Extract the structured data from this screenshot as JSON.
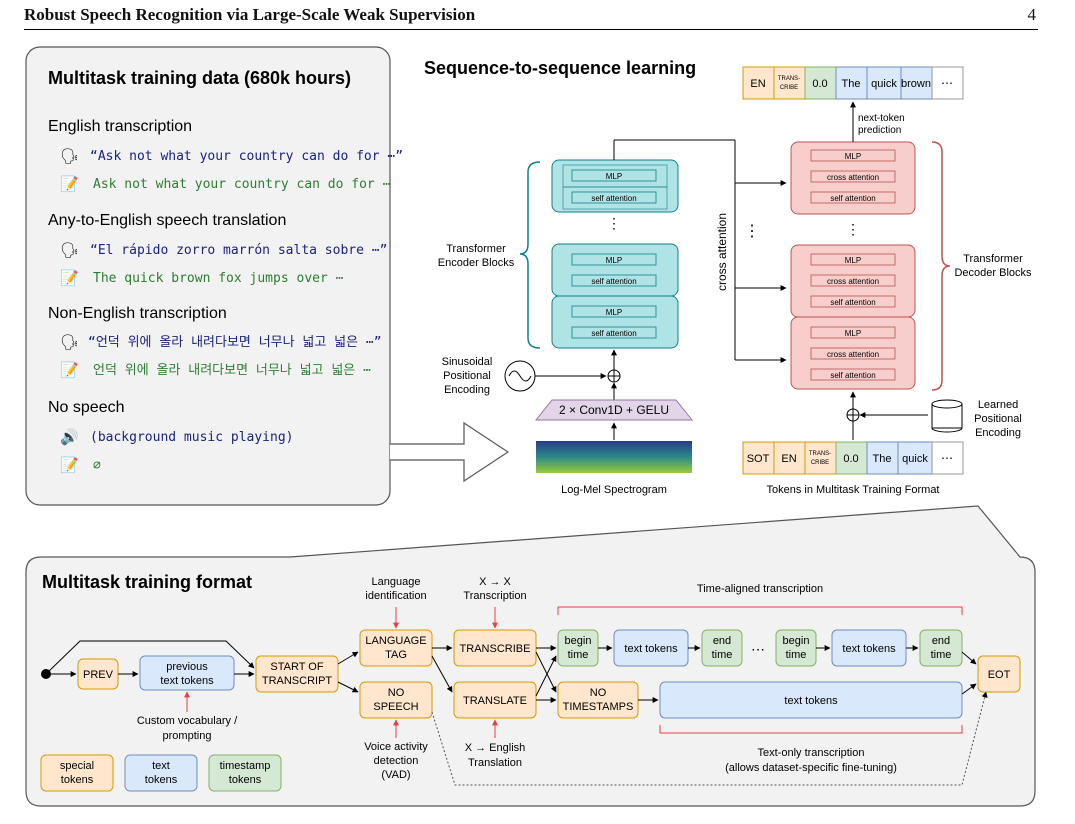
{
  "header": {
    "title": "Robust Speech Recognition via Large-Scale Weak Supervision",
    "page": "4"
  },
  "data_panel": {
    "title": "Multitask training data (680k hours)",
    "sections": [
      {
        "heading": "English transcription",
        "audio": "“Ask not what your country can do for ⋯”",
        "text": "Ask not what your country can do for ⋯"
      },
      {
        "heading": "Any-to-English speech translation",
        "audio": "“El rápido zorro marrón salta sobre ⋯”",
        "text": "The quick brown fox jumps over ⋯"
      },
      {
        "heading": "Non-English transcription",
        "audio": "“언덕 위에 올라 내려다보면 너무나 넓고 넓은 ⋯”",
        "text": "언덕 위에 올라 내려다보면 너무나 넓고 넓은 ⋯"
      },
      {
        "heading": "No speech",
        "audio": "(background music playing)",
        "text": "∅"
      }
    ]
  },
  "seq2seq": {
    "title": "Sequence-to-sequence learning",
    "mlp": "MLP",
    "self_attention": "self attention",
    "cross_attention_block": "cross attention",
    "cross_attention_side": "cross attention",
    "encoder_label": [
      "Transformer",
      "Encoder Blocks"
    ],
    "decoder_label": [
      "Transformer",
      "Decoder Blocks"
    ],
    "positional": [
      "Sinusoidal",
      "Positional",
      "Encoding"
    ],
    "learned": [
      "Learned",
      "Positional",
      "Encoding"
    ],
    "conv": "2 × Conv1D + GELU",
    "spectrogram": "Log-Mel Spectrogram",
    "next_token": [
      "next-token",
      "prediction"
    ],
    "tokens_caption": "Tokens in Multitask Training Format",
    "output_tokens": [
      "EN",
      "TRANS-",
      "CRIBE",
      "0.0",
      "The",
      "quick",
      "brown",
      "⋯"
    ],
    "input_tokens": [
      "SOT",
      "EN",
      "TRANS-",
      "CRIBE",
      "0.0",
      "The",
      "quick",
      "⋯"
    ]
  },
  "format_panel": {
    "title": "Multitask training format",
    "prev": "PREV",
    "prev_text": [
      "previous",
      "text tokens"
    ],
    "custom_vocab": [
      "Custom vocabulary /",
      "prompting"
    ],
    "start": [
      "START OF",
      "TRANSCRIPT"
    ],
    "lang_tag": [
      "LANGUAGE",
      "TAG"
    ],
    "lang_id": [
      "Language",
      "identification"
    ],
    "no_speech": [
      "NO",
      "SPEECH"
    ],
    "vad": [
      "Voice activity",
      "detection",
      "(VAD)"
    ],
    "transcribe": "TRANSCRIBE",
    "x_to_x": [
      "X → X",
      "Transcription"
    ],
    "translate": "TRANSLATE",
    "x_to_en": [
      "X → English",
      "Translation"
    ],
    "time_aligned": "Time-aligned transcription",
    "begin_time": [
      "begin",
      "time"
    ],
    "end_time": [
      "end",
      "time"
    ],
    "text_tokens": "text tokens",
    "ellipsis": "⋯",
    "no_timestamps": [
      "NO",
      "TIMESTAMPS"
    ],
    "eot": "EOT",
    "text_only": [
      "Text-only transcription",
      "(allows dataset-specific fine-tuning)"
    ],
    "legend": {
      "special": [
        "special",
        "tokens"
      ],
      "text": [
        "text",
        "tokens"
      ],
      "timestamp": [
        "timestamp",
        "tokens"
      ]
    }
  },
  "colors": {
    "special_fill": "#ffe6cc",
    "special_stroke": "#d79b00",
    "text_fill": "#dae8fc",
    "text_stroke": "#6c8ebf",
    "ts_fill": "#d5e8d4",
    "ts_stroke": "#82b366",
    "enc_fill": "#b0e3e6",
    "enc_stroke": "#0e8088",
    "dec_fill": "#f8cecc",
    "dec_stroke": "#b85450",
    "conv_fill": "#e1d5e7",
    "conv_stroke": "#9673a6",
    "red": "#e84040",
    "navy": "#1a237e",
    "green_text": "#2e7d32"
  }
}
